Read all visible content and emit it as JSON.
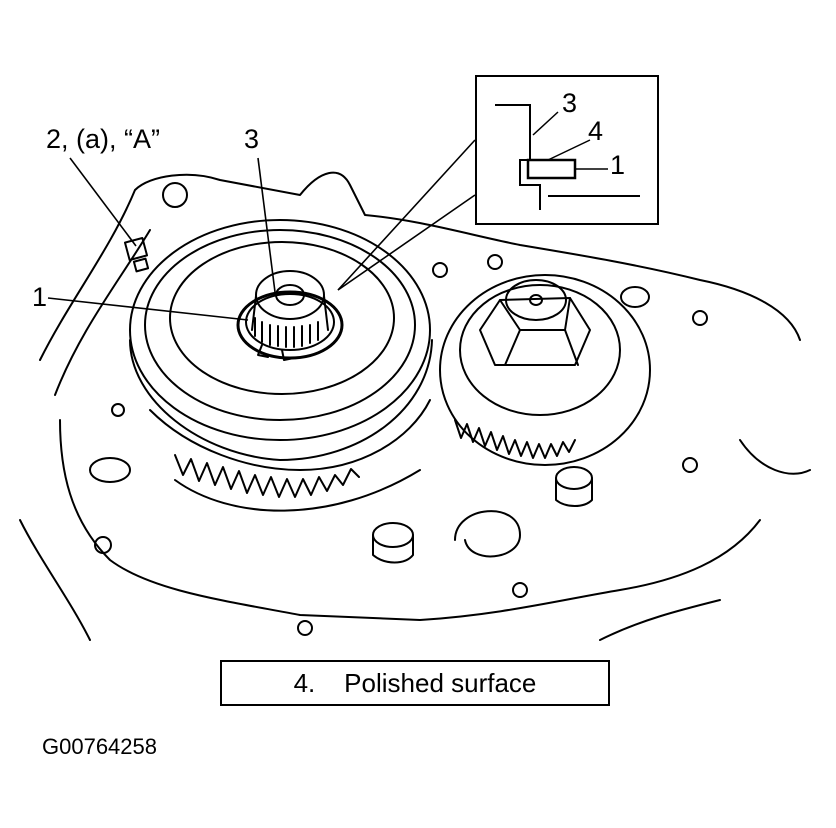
{
  "labels": {
    "callout_2a": "2, (a), “A”",
    "callout_3_main": "3",
    "callout_1_main": "1",
    "detail_3": "3",
    "detail_4": "4",
    "detail_1": "1"
  },
  "legend": {
    "number": "4.",
    "text": "Polished surface"
  },
  "figure_id": "G00764258"
}
